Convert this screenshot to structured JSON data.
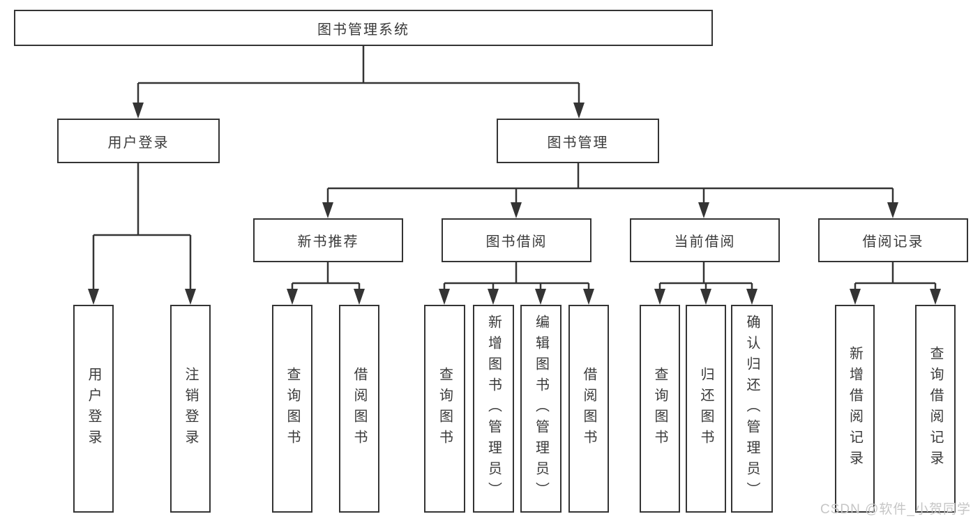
{
  "diagram": {
    "title": "图书管理系统",
    "nodes": {
      "root": {
        "label": "图书管理系统"
      },
      "user_login": {
        "label": "用户登录"
      },
      "book_management": {
        "label": "图书管理"
      },
      "new_book_recommend": {
        "label": "新书推荐"
      },
      "book_borrowing": {
        "label": "图书借阅"
      },
      "current_borrowing": {
        "label": "当前借阅"
      },
      "borrowing_records": {
        "label": "借阅记录"
      },
      "leaf_user_login": {
        "label": "用户登录"
      },
      "leaf_logout": {
        "label": "注销登录"
      },
      "leaf_recommend_query_book": {
        "label": "查询图书"
      },
      "leaf_recommend_borrow_book": {
        "label": "借阅图书"
      },
      "leaf_borrowing_query_book": {
        "label": "查询图书"
      },
      "leaf_borrowing_add_book": {
        "label": "新增图书（管理员）"
      },
      "leaf_borrowing_edit_book": {
        "label": "编辑图书（管理员）"
      },
      "leaf_borrowing_borrow_book": {
        "label": "借阅图书"
      },
      "leaf_current_query_book": {
        "label": "查询图书"
      },
      "leaf_current_return_book": {
        "label": "归还图书"
      },
      "leaf_current_confirm_return": {
        "label": "确认归还（管理员）"
      },
      "leaf_records_add_record": {
        "label": "新增借阅记录"
      },
      "leaf_records_query_record": {
        "label": "查询借阅记录"
      }
    },
    "hierarchy": [
      {
        "parent": "图书管理系统",
        "children": [
          "用户登录",
          "图书管理"
        ]
      },
      {
        "parent": "用户登录",
        "children": [
          "用户登录",
          "注销登录"
        ]
      },
      {
        "parent": "图书管理",
        "children": [
          "新书推荐",
          "图书借阅",
          "当前借阅",
          "借阅记录"
        ]
      },
      {
        "parent": "新书推荐",
        "children": [
          "查询图书",
          "借阅图书"
        ]
      },
      {
        "parent": "图书借阅",
        "children": [
          "查询图书",
          "新增图书（管理员）",
          "编辑图书（管理员）",
          "借阅图书"
        ]
      },
      {
        "parent": "当前借阅",
        "children": [
          "查询图书",
          "归还图书",
          "确认归还（管理员）"
        ]
      },
      {
        "parent": "借阅记录",
        "children": [
          "新增借阅记录",
          "查询借阅记录"
        ]
      }
    ]
  },
  "watermark": {
    "text": "CSDN @软件_小贺同学",
    "color": "#c6c6c6"
  },
  "colors": {
    "line": "#343434",
    "box_border": "#343434",
    "box_fill": "#ffffff",
    "text": "#3a3a3a",
    "background": "#ffffff"
  }
}
